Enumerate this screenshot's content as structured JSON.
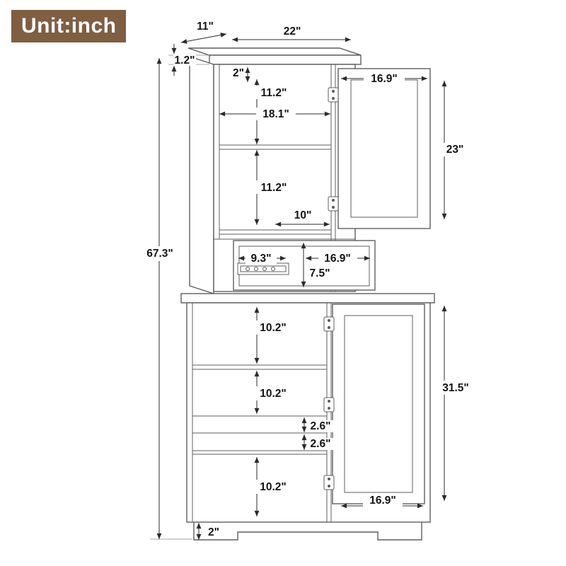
{
  "unit_label": "Unit:inch",
  "colors": {
    "badge_bg": "#7f5e42",
    "badge_text": "#ffffff",
    "line_color": "#5f5f5f",
    "dimension_line_color": "#2b2b2b",
    "dimension_text_color": "#141414",
    "background": "#ffffff"
  },
  "dims": {
    "top_depth": "11\"",
    "top_width": "22\"",
    "top_thickness": "1.2\"",
    "top_rail": "2\"",
    "upper_space_1": "11.2\"",
    "upper_width": "18.1\"",
    "upper_door_width": "16.9\"",
    "upper_door_height": "23\"",
    "upper_space_2": "11.2\"",
    "shelf_width": "10\"",
    "drawer_inner_width": "9.3\"",
    "drawer_width": "16.9\"",
    "drawer_height": "7.5\"",
    "total_height": "67.3\"",
    "lower_space_1": "10.2\"",
    "lower_space_2": "10.2\"",
    "shelf_gap_1": "2.6\"",
    "shelf_gap_2": "2.6\"",
    "lower_space_3": "10.2\"",
    "lower_door_height": "31.5\"",
    "lower_door_width": "16.9\"",
    "base_height": "2\""
  }
}
